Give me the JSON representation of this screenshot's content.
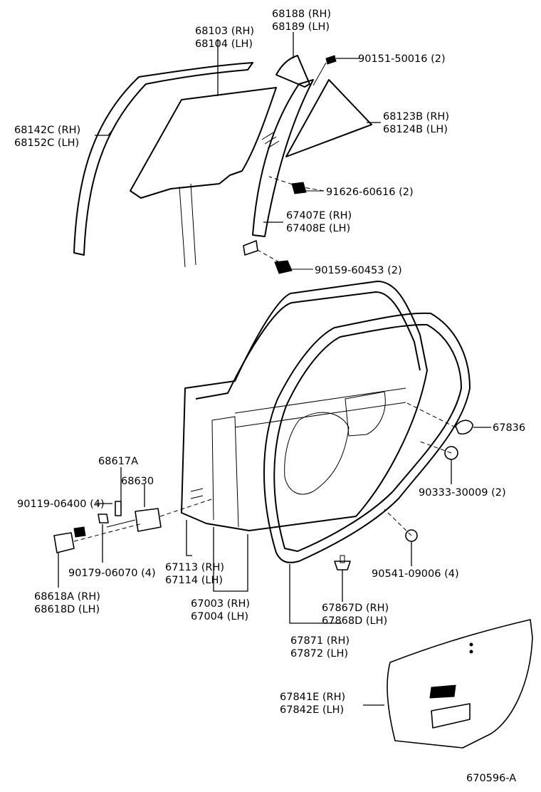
{
  "labels": {
    "p68103": "68103 (RH)",
    "p68104": "68104 (LH)",
    "p68188": "68188 (RH)",
    "p68189": "68189 (LH)",
    "p90151": "90151-50016 (2)",
    "p68142c": "68142C (RH)",
    "p68152c": "68152C (LH)",
    "p68123b": "68123B (RH)",
    "p68124b": "68124B (LH)",
    "p91626": "91626-60616 (2)",
    "p67407e": "67407E (RH)",
    "p67408e": "67408E (LH)",
    "p90159": "90159-60453 (2)",
    "p67836": "67836",
    "p68617a": "68617A",
    "p68630": "68630",
    "p90119": "90119-06400 (4)",
    "p90333": "90333-30009 (2)",
    "p90179": "90179-06070 (4)",
    "p90541": "90541-09006 (4)",
    "p67113": "67113 (RH)",
    "p67114": "67114 (LH)",
    "p68618a": "68618A (RH)",
    "p68618d": "68618D (LH)",
    "p67003": "67003 (RH)",
    "p67004": "67004 (LH)",
    "p67867d": "67867D (RH)",
    "p67868d": "67868D (LH)",
    "p67871": "67871 (RH)",
    "p67872": "67872 (LH)",
    "p67841e": "67841E (RH)",
    "p67842e": "67842E (LH)"
  },
  "figure_id": "670596-A"
}
